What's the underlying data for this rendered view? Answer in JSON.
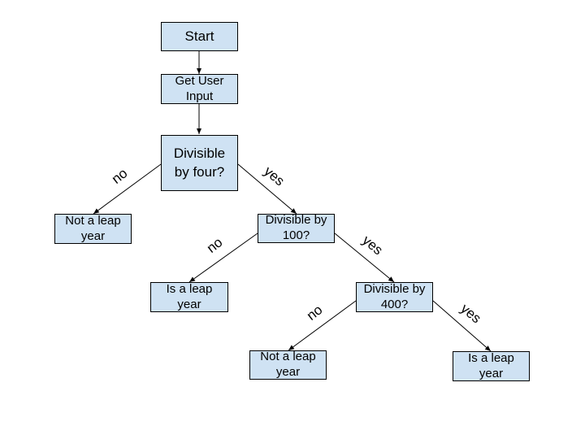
{
  "colors": {
    "node_fill": "#cfe2f3",
    "node_border": "#000000",
    "edge": "#000000"
  },
  "nodes": {
    "start": "Start",
    "input": "Get User Input",
    "div4": "Divisible by four?",
    "not_leap_1": "Not a leap year",
    "div100": "Divisible by 100?",
    "is_leap_1": "Is a leap year",
    "div400": "Divisible by 400?",
    "not_leap_2": "Not a leap year",
    "is_leap_2": "Is a leap year"
  },
  "edges": {
    "div4_no": "no",
    "div4_yes": "yes",
    "div100_no": "no",
    "div100_yes": "yes",
    "div400_no": "no",
    "div400_yes": "yes"
  }
}
